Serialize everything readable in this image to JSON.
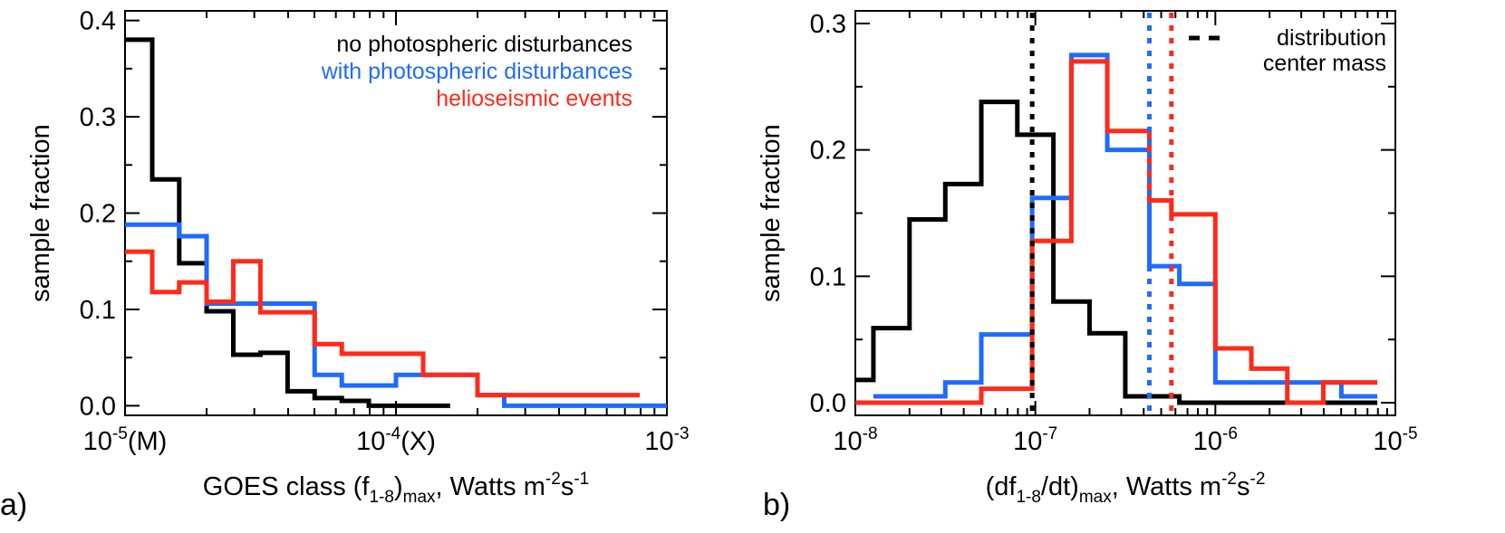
{
  "colors": {
    "black": "#000000",
    "blue": "#1f6bff",
    "red": "#ff2a1a"
  },
  "chart_data": [
    {
      "type": "histogram",
      "panel_label": "a)",
      "xscale": "log",
      "xlim": [
        1e-05,
        0.001
      ],
      "ylim": [
        -0.01,
        0.41
      ],
      "x_ticks": [
        {
          "value": 1e-05,
          "label": "10",
          "sup": "-5",
          "suffix": "(M)"
        },
        {
          "value": 0.0001,
          "label": "10",
          "sup": "-4",
          "suffix": "(X)"
        },
        {
          "value": 0.001,
          "label": "10",
          "sup": "-3",
          "suffix": ""
        }
      ],
      "y_ticks": [
        {
          "value": 0.0,
          "label": "0.0"
        },
        {
          "value": 0.1,
          "label": "0.1"
        },
        {
          "value": 0.2,
          "label": "0.2"
        },
        {
          "value": 0.3,
          "label": "0.3"
        },
        {
          "value": 0.4,
          "label": "0.4"
        }
      ],
      "xlabel": {
        "pre": "GOES class (f",
        "sub1": "1-8",
        "mid": ")",
        "sub2": "max",
        "post": ", Watts m",
        "sup1": "-2",
        "s": "s",
        "sup2": "-1"
      },
      "ylabel": "sample fraction",
      "legend": {
        "position": "top-right",
        "entries": [
          {
            "text": "no photospheric disturbances",
            "color": "#000000"
          },
          {
            "text": "with photospheric disturbances",
            "color": "#1f6bff"
          },
          {
            "text": "helioseismic events",
            "color": "#ff2a1a"
          }
        ]
      },
      "series": [
        {
          "color": "#000000",
          "edges": [
            1e-05,
            1.26e-05,
            1.585e-05,
            2e-05,
            2.51e-05,
            3.16e-05,
            3.98e-05,
            5.01e-05,
            6.31e-05,
            7.94e-05,
            0.0001,
            0.000126,
            0.0001585
          ],
          "values": [
            0.38,
            0.235,
            0.148,
            0.098,
            0.053,
            0.055,
            0.015,
            0.008,
            0.005,
            0.0,
            0.0,
            0.0
          ]
        },
        {
          "color": "#1f6bff",
          "edges": [
            1e-05,
            1.585e-05,
            2e-05,
            2.51e-05,
            3.16e-05,
            3.98e-05,
            5.01e-05,
            6.31e-05,
            7.94e-05,
            0.0001,
            0.000126,
            0.0001585,
            0.0002,
            0.000251,
            0.000316,
            0.001
          ],
          "values": [
            0.188,
            0.176,
            0.106,
            0.106,
            0.106,
            0.106,
            0.032,
            0.021,
            0.021,
            0.032,
            0.032,
            0.032,
            0.011,
            0.0,
            0.0
          ]
        },
        {
          "color": "#ff2a1a",
          "edges": [
            1e-05,
            1.26e-05,
            1.585e-05,
            2e-05,
            2.51e-05,
            3.16e-05,
            3.98e-05,
            5.01e-05,
            6.31e-05,
            7.94e-05,
            0.0001,
            0.000126,
            0.0001585,
            0.0002,
            0.000251,
            0.000794
          ],
          "values": [
            0.16,
            0.118,
            0.128,
            0.108,
            0.15,
            0.097,
            0.097,
            0.064,
            0.054,
            0.054,
            0.054,
            0.032,
            0.032,
            0.011,
            0.011
          ]
        }
      ]
    },
    {
      "type": "histogram",
      "panel_label": "b)",
      "xscale": "log",
      "xlim": [
        1e-08,
        1e-05
      ],
      "ylim": [
        -0.01,
        0.31
      ],
      "x_ticks": [
        {
          "value": 1e-08,
          "label": "10",
          "sup": "-8",
          "suffix": ""
        },
        {
          "value": 1e-07,
          "label": "10",
          "sup": "-7",
          "suffix": ""
        },
        {
          "value": 1e-06,
          "label": "10",
          "sup": "-6",
          "suffix": ""
        },
        {
          "value": 1e-05,
          "label": "10",
          "sup": "-5",
          "suffix": ""
        }
      ],
      "y_ticks": [
        {
          "value": 0.0,
          "label": "0.0"
        },
        {
          "value": 0.1,
          "label": "0.1"
        },
        {
          "value": 0.2,
          "label": "0.2"
        },
        {
          "value": 0.3,
          "label": "0.3"
        }
      ],
      "xlabel": {
        "pre": "(df",
        "sub1": "1-8",
        "mid": "/dt)",
        "sub2": "max",
        "post": ", Watts m",
        "sup1": "-2",
        "s": "s",
        "sup2": "-2"
      },
      "ylabel": "sample fraction",
      "legend": {
        "position": "top-right",
        "entries": [
          {
            "text": "distribution",
            "color": "#000000",
            "dashed": true
          },
          {
            "text": "center mass",
            "color": "#000000",
            "dashed": false
          }
        ]
      },
      "centers": [
        {
          "color": "#000000",
          "x": 9.6e-08
        },
        {
          "color": "#1f6bff",
          "x": 4.3e-07
        },
        {
          "color": "#ff2a1a",
          "x": 5.7e-07
        }
      ],
      "series": [
        {
          "color": "#000000",
          "edges": [
            1e-08,
            1.26e-08,
            1.585e-08,
            2e-08,
            2.51e-08,
            3.16e-08,
            3.98e-08,
            5.01e-08,
            6.31e-08,
            7.94e-08,
            1e-07,
            1.26e-07,
            1.585e-07,
            2e-07,
            2.51e-07,
            3.16e-07,
            3.98e-07,
            5.01e-07,
            6.31e-07,
            7.94e-07,
            1e-06,
            1.26e-06,
            1.585e-06,
            2e-06,
            2.51e-06,
            3.16e-06,
            3.98e-06,
            5.01e-06,
            6.31e-06,
            7.94e-06
          ],
          "values": [
            0.018,
            0.059,
            0.059,
            0.145,
            0.145,
            0.173,
            0.173,
            0.238,
            0.238,
            0.212,
            0.212,
            0.08,
            0.08,
            0.055,
            0.055,
            0.005,
            0.005,
            0.005,
            0.0,
            0.0,
            0.0,
            0.0,
            0.0,
            0.0,
            0.0,
            0.0,
            0.0,
            0.0,
            0.0
          ]
        },
        {
          "color": "#1f6bff",
          "edges": [
            1.26e-08,
            3.16e-08,
            5.01e-08,
            7.94e-08,
            9.6e-08,
            1.585e-07,
            1.995e-07,
            2.51e-07,
            3.16e-07,
            4.3e-07,
            6.31e-07,
            1e-06,
            1.585e-06,
            2.51e-06,
            5.01e-06,
            6.31e-06,
            7.94e-06
          ],
          "values": [
            0.005,
            0.016,
            0.054,
            0.054,
            0.162,
            0.275,
            0.275,
            0.2,
            0.2,
            0.108,
            0.094,
            0.016,
            0.016,
            0.016,
            0.005,
            0.005
          ]
        },
        {
          "color": "#ff2a1a",
          "edges": [
            1e-08,
            3.16e-08,
            5.01e-08,
            7.94e-08,
            9.6e-08,
            1.585e-07,
            2e-07,
            2.51e-07,
            3.16e-07,
            4.3e-07,
            5.7e-07,
            7.94e-07,
            1e-06,
            1.26e-06,
            1.585e-06,
            2e-06,
            2.51e-06,
            3.16e-06,
            3.98e-06,
            5.01e-06,
            6.31e-06,
            7.94e-06
          ],
          "values": [
            0.0,
            0.0,
            0.011,
            0.011,
            0.128,
            0.27,
            0.27,
            0.215,
            0.215,
            0.16,
            0.149,
            0.149,
            0.043,
            0.043,
            0.027,
            0.027,
            0.0,
            0.0,
            0.016,
            0.016,
            0.016
          ]
        }
      ]
    }
  ]
}
